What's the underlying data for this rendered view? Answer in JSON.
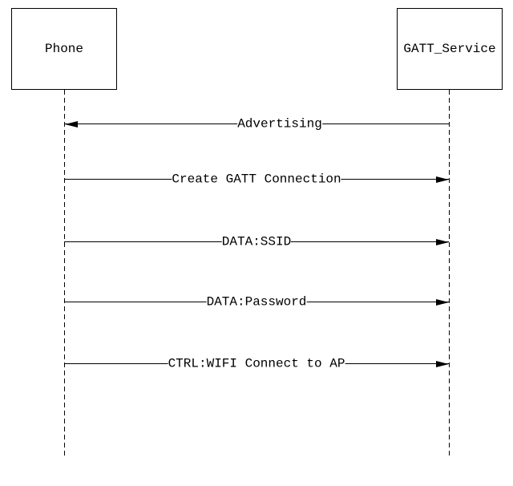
{
  "diagram": {
    "type": "sequence",
    "background_color": "#ffffff",
    "line_color": "#000000",
    "text_color": "#000000",
    "actors": [
      {
        "label": "Phone"
      },
      {
        "label": "GATT_Service"
      }
    ],
    "messages": [
      {
        "label": "Advertising",
        "from": "GATT_Service",
        "to": "Phone",
        "direction": "left"
      },
      {
        "label": "Create GATT Connection",
        "from": "Phone",
        "to": "GATT_Service",
        "direction": "right"
      },
      {
        "label": "DATA:SSID",
        "from": "Phone",
        "to": "GATT_Service",
        "direction": "right"
      },
      {
        "label": "DATA:Password",
        "from": "Phone",
        "to": "GATT_Service",
        "direction": "right"
      },
      {
        "label": "CTRL:WIFI Connect to AP",
        "from": "Phone",
        "to": "GATT_Service",
        "direction": "right"
      }
    ]
  }
}
